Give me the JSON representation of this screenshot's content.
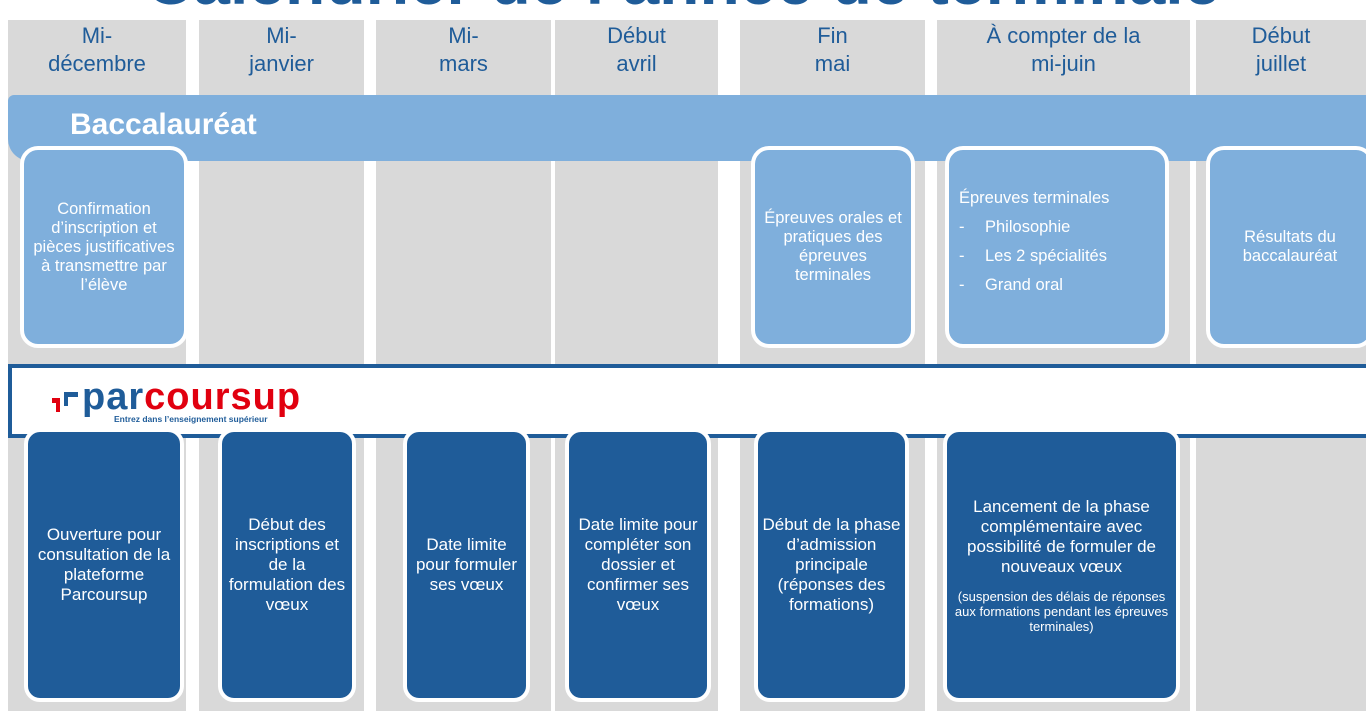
{
  "title": "Calendrier de l’année de terminale",
  "columns": [
    {
      "line1": "Mi-",
      "line2": "décembre"
    },
    {
      "line1": "Mi-",
      "line2": "janvier"
    },
    {
      "line1": "Mi-",
      "line2": "mars"
    },
    {
      "line1": "Début",
      "line2": "avril"
    },
    {
      "line1": "Fin",
      "line2": "mai"
    },
    {
      "line1": "À compter de la",
      "line2": "mi-juin"
    },
    {
      "line1": "Début",
      "line2": "juillet"
    }
  ],
  "bac": {
    "heading": "Baccalauréat",
    "box1": "Confirmation d’inscription et pièces justificatives à transmettre par l’élève",
    "box5": "Épreuves orales et pratiques des épreuves terminales",
    "box6": {
      "title": "Épreuves terminales",
      "items": [
        "Philosophie",
        "Les 2 spécialités",
        "Grand oral"
      ],
      "dash": "-"
    },
    "box7": "Résultats du baccalauréat"
  },
  "parcoursup": {
    "logo_part1": "par",
    "logo_part2": "coursup",
    "logo_tagline": "Entrez dans l’enseignement supérieur",
    "box1": "Ouverture pour consultation de la plateforme Parcoursup",
    "box2": "Début des inscriptions et de la formulation des vœux",
    "box3": "Date limite pour formuler ses vœux",
    "box4": "Date limite pour compléter son dossier et confirmer ses vœux",
    "box5": "Début de la phase d’admission principale (réponses des formations)",
    "box6": "Lancement de la phase complémentaire avec possibilité de formuler de nouveaux vœux",
    "box6_note": "(suspension des délais de réponses aux formations pendant les épreuves terminales)"
  },
  "colors": {
    "dark_blue": "#1F5C99",
    "light_blue": "#7FAFDC",
    "gray": "#D9D9D9",
    "red": "#E1000F"
  }
}
